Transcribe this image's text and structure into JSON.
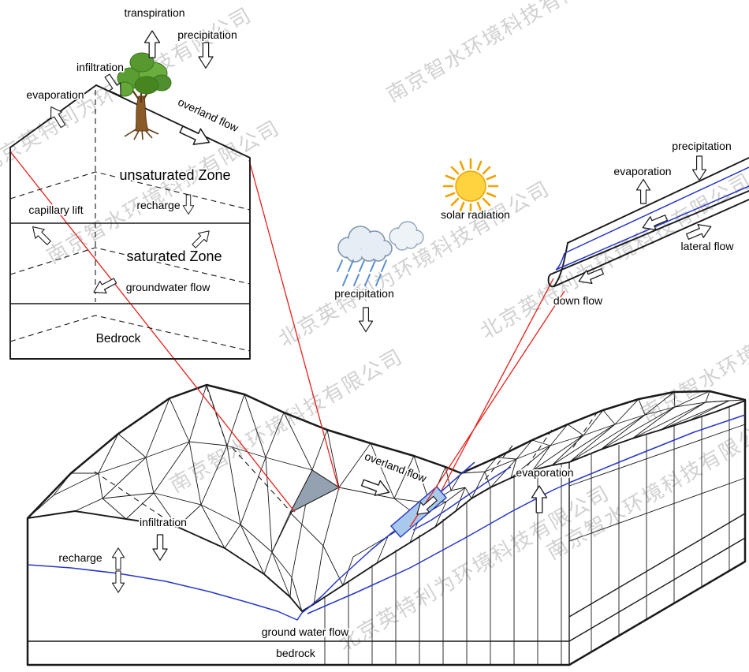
{
  "labels": {
    "hillslope": {
      "transpiration": "transpiration",
      "precipitation": "precipitation",
      "infiltration": "infiltration",
      "evaporation": "evaporation",
      "overland_flow": "overland flow",
      "unsaturated_zone": "unsaturated Zone",
      "capillary_lift": "capillary lift",
      "recharge": "recharge",
      "saturated_zone": "saturated Zone",
      "groundwater_flow": "groundwater flow",
      "bedrock": "Bedrock"
    },
    "atmosphere": {
      "precipitation": "precipitation",
      "solar_radiation": "solar radiation"
    },
    "channel": {
      "precipitation": "precipitation",
      "evaporation": "evaporation",
      "lateral_flow": "lateral flow",
      "down_flow": "down flow"
    },
    "terrain": {
      "overland_flow": "overland flow",
      "evaporation": "evaporation",
      "infiltration": "infiltration",
      "recharge": "recharge",
      "groundwater_flow": "ground water flow",
      "bedrock": "bedrock"
    }
  },
  "watermarks": {
    "beijing": "北京英特利为环境科技有限公司",
    "nanjing": "南京智水环境科技有限公司"
  },
  "colors": {
    "line": "#1a1a1a",
    "river_blue": "#2636c8",
    "link_red": "#e8201a",
    "sun_fill": "#ffd23f",
    "sun_ray": "#f0a400",
    "cloud_fill": "#e6edf5",
    "cloud_outline": "#8096ad",
    "rain": "#5c8fd0",
    "watermark_gray": "#c6c6c6",
    "sample_triangle": "#93a1b0",
    "river_reach": "#a9c9ea",
    "foliage": "#5a9e33",
    "trunk": "#8a5a28"
  }
}
